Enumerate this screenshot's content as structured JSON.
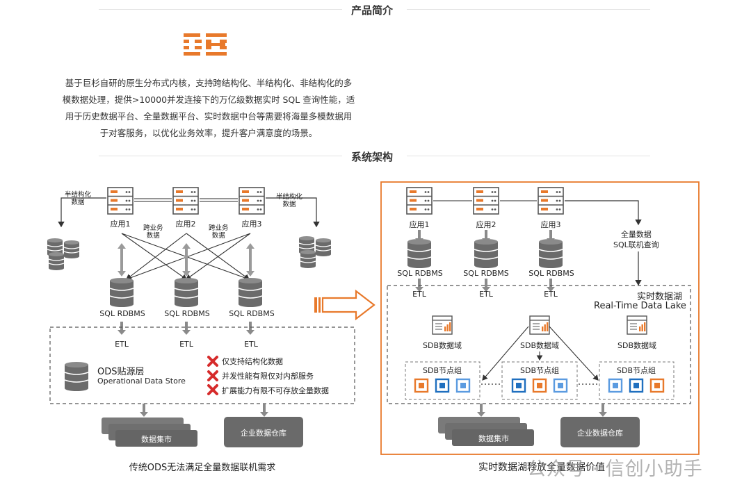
{
  "section_intro": {
    "title": "产品简介"
  },
  "logo": {
    "text": "DB"
  },
  "intro_lines": [
    "基于巨杉自研的原生分布式内核，支持跨结构化、半结构化、非结构化的多",
    "模数据处理，提供>10000并发连接下的万亿级数据实时 SQL 查询性能，适",
    "用于历史数据平台、全量数据平台、实时数据中台等需要将海量多模数据用",
    "于对客服务，以优化业务效率，提升客户满意度的场景。"
  ],
  "section_arch": {
    "title": "系统架构"
  },
  "left": {
    "apps": [
      "应用1",
      "应用2",
      "应用3"
    ],
    "semi_left": [
      "半结构化",
      "数据"
    ],
    "semi_right": [
      "半结构化",
      "数据"
    ],
    "cross1": [
      "跨业务",
      "数据"
    ],
    "cross2": [
      "跨业务",
      "数据"
    ],
    "rdbms": [
      "SQL RDBMS",
      "SQL RDBMS",
      "SQL RDBMS"
    ],
    "etl": [
      "ETL",
      "ETL",
      "ETL"
    ],
    "ods_title": "ODS贴源层",
    "ods_sub": "Operational Data Store",
    "issues": [
      "仅支持结构化数据",
      "并发性能有限仅对内部服务",
      "扩展能力有限不可存放全量数据"
    ],
    "mart": "数据集市",
    "warehouse": "企业数据仓库",
    "caption": "传统ODS无法满足全量数据联机需求"
  },
  "right": {
    "apps": [
      "应用1",
      "应用2",
      "应用3"
    ],
    "rdbms": [
      "SQL RDBMS",
      "SQL RDBMS",
      "SQL RDBMS"
    ],
    "etl": [
      "ETL",
      "ETL",
      "ETL"
    ],
    "full_query": [
      "全量数据",
      "SQL联机查询"
    ],
    "lake_cn": "实时数据湖",
    "lake_en": "Real-Time Data Lake",
    "domains": [
      "SDB数据域",
      "SDB数据域",
      "SDB数据域"
    ],
    "groups": [
      "SDB节点组",
      "SDB节点组",
      "SDB节点组"
    ],
    "mart": "数据集市",
    "warehouse": "企业数据仓库",
    "caption": "实时数据湖释放全量数据价值"
  },
  "watermark": "公众号 · 信创小助手",
  "colors": {
    "orange": "#e8792b",
    "blue": "#1f6fbf",
    "lightblue": "#5b9be0",
    "red": "#d62b2b",
    "gray": "#8a8a8a"
  }
}
